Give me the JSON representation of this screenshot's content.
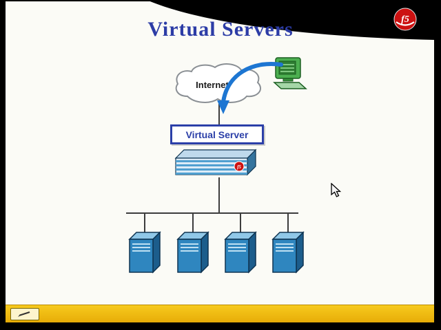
{
  "slide": {
    "title": "Virtual Servers",
    "internet_label": "Internet",
    "virtual_server_label": "Virtual Server",
    "logo_text": "f5",
    "appliance_badge_text": "f5"
  },
  "colors": {
    "title_blue": "#2c3ca6",
    "f5_red": "#cc1111",
    "server_blue": "#2f86bf",
    "toolbar_gold": "#f2b71b",
    "arrow_blue": "#1d76d2"
  }
}
